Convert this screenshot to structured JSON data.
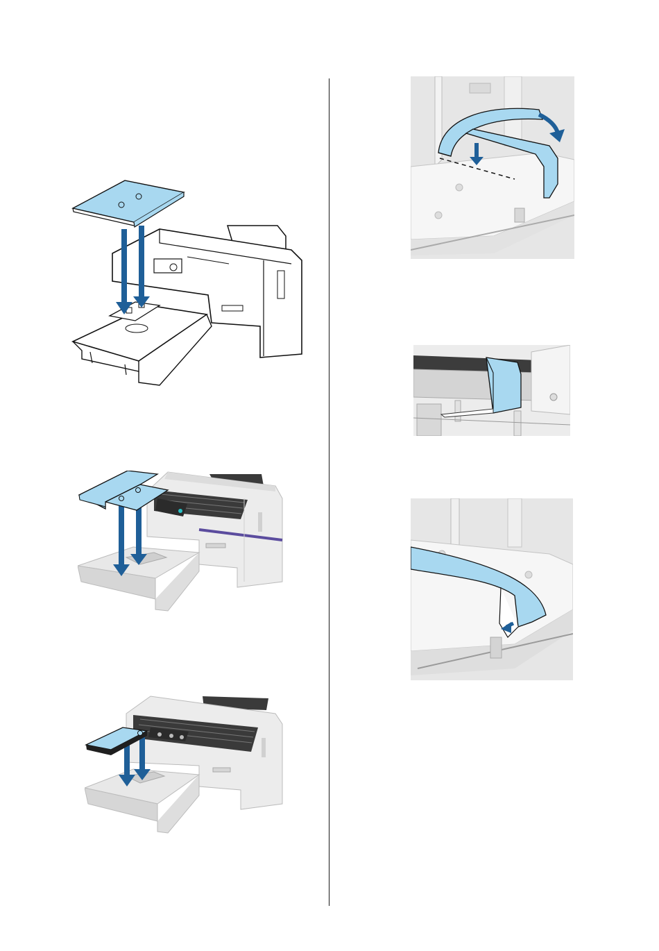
{
  "colors": {
    "accent_blue": "#a8d8f0",
    "arrow_blue": "#1f5f98",
    "line": "#111111",
    "gray_fill": "#e9e9e9",
    "photo_bg": "#e6e6e6"
  },
  "figures": [
    {
      "name": "platen-install-line-art",
      "icon": "printer-platen-lineart"
    },
    {
      "name": "platen-install-rendered-large",
      "icon": "printer-platen-render-large"
    },
    {
      "name": "platen-install-rendered-small",
      "icon": "printer-platen-render-small"
    },
    {
      "name": "frame-wrap-detail",
      "icon": "frame-wrap-icon"
    },
    {
      "name": "frame-fold-detail",
      "icon": "frame-fold-icon"
    },
    {
      "name": "frame-tuck-detail",
      "icon": "frame-tuck-icon"
    }
  ]
}
